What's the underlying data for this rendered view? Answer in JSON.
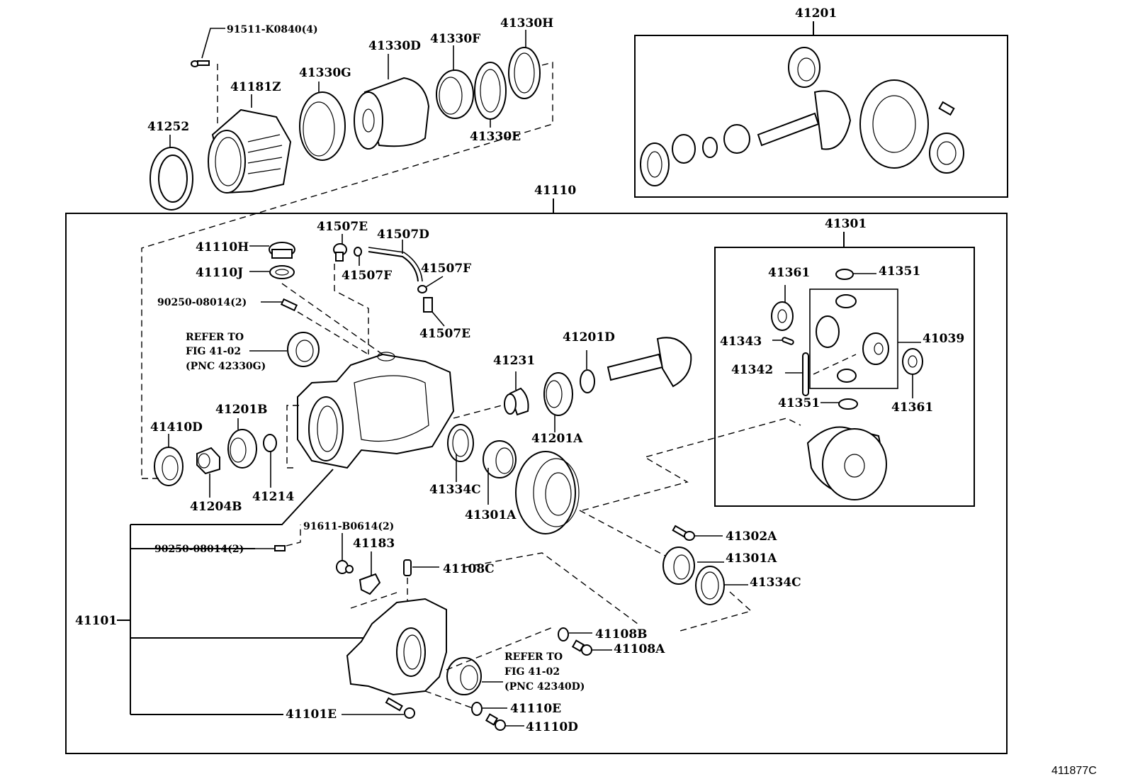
{
  "figure_id": "411877C",
  "groups": {
    "assembly_41201": "41201",
    "housing_41110": "41110",
    "case_41301": "41301",
    "housing_41101": "41101"
  },
  "labels": {
    "p91511": "91511-K0840(4)",
    "p41330H": "41330H",
    "p41330D": "41330D",
    "p41330F": "41330F",
    "p41330G": "41330G",
    "p41181Z": "41181Z",
    "p41252": "41252",
    "p41330E": "41330E",
    "p41110H": "41110H",
    "p41110J": "41110J",
    "p41507E_top": "41507E",
    "p41507D": "41507D",
    "p41507F_left": "41507F",
    "p41507F_right": "41507F",
    "p41507E_bottom": "41507E",
    "p90250_top": "90250-08014(2)",
    "refer1_line1": "REFER TO",
    "refer1_line2": "FIG 41-02",
    "refer1_line3": "(PNC 42330G)",
    "p41201B": "41201B",
    "p41410D": "41410D",
    "p41204B": "41204B",
    "p41214": "41214",
    "p41231": "41231",
    "p41201D": "41201D",
    "p41201A": "41201A",
    "p41334C_left": "41334C",
    "p41301A_left": "41301A",
    "p41361_top": "41361",
    "p41351_top": "41351",
    "p41343": "41343",
    "p41342": "41342",
    "p41039": "41039",
    "p41351_bottom": "41351",
    "p41361_bottom": "41361",
    "p91611": "91611-B0614(2)",
    "p41183": "41183",
    "p41108C": "41108C",
    "p90250_bottom": "90250-08014(2)",
    "p41302A": "41302A",
    "p41301A_right": "41301A",
    "p41334C_right": "41334C",
    "p41108B": "41108B",
    "p41108A": "41108A",
    "refer2_line1": "REFER TO",
    "refer2_line2": "FIG 41-02",
    "refer2_line3": "(PNC 42340D)",
    "p41110E": "41110E",
    "p41110D": "41110D",
    "p41101E": "41101E"
  }
}
